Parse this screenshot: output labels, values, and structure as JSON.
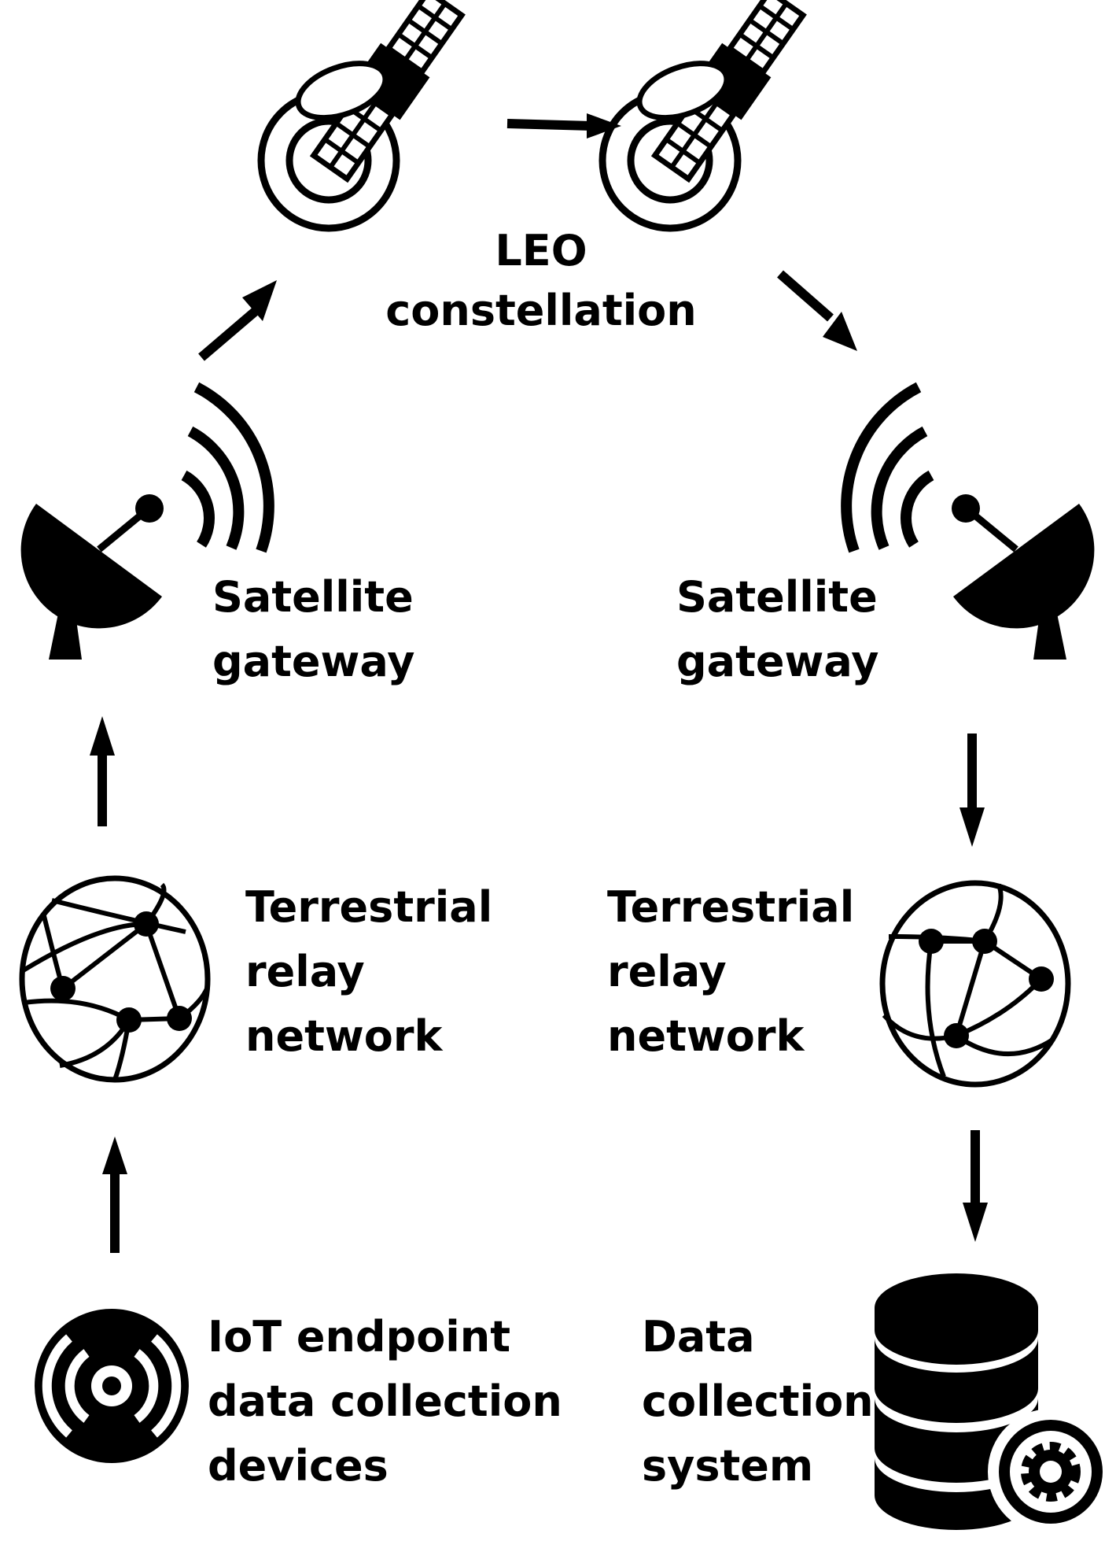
{
  "labels": {
    "leo": [
      "LEO",
      "constellation"
    ],
    "gateway_left": [
      "Satellite",
      "gateway"
    ],
    "gateway_right": [
      "Satellite",
      "gateway"
    ],
    "relay_left": [
      "Terrestrial",
      "relay",
      "network"
    ],
    "relay_right": [
      "Terrestrial",
      "relay",
      "network"
    ],
    "iot": [
      "IoT endpoint",
      "data collection",
      "devices"
    ],
    "dcs": [
      "Data",
      "collection",
      "system"
    ]
  },
  "icons": {
    "satellite": "satellite-icon",
    "dish": "satellite-dish-icon",
    "globe": "network-globe-icon",
    "iot": "iot-sensor-icon",
    "database": "database-gear-icon",
    "arrow": "arrow-icon"
  },
  "colors": {
    "ink": "#000000",
    "background": "#ffffff"
  }
}
